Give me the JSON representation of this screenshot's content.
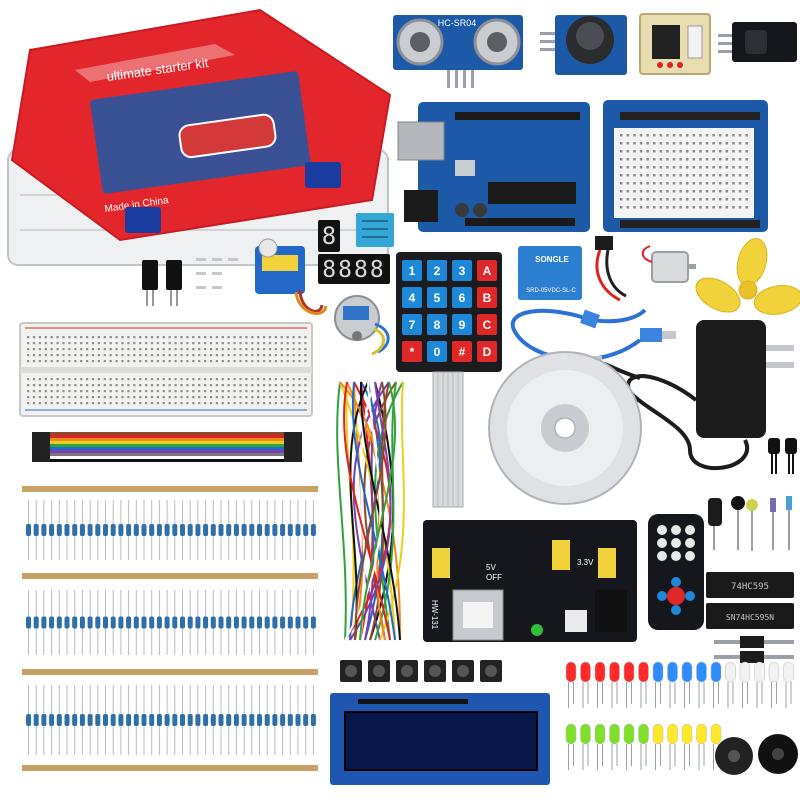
{
  "box": {
    "lid_title": "ultimate starter kit",
    "made_in": "Made in China"
  },
  "ultrasonic": {
    "label": "HC-SR04"
  },
  "relay": {
    "brand": "SONGLE",
    "model": "SRD-05VDC-SL-C"
  },
  "power_module": {
    "label": "HW-131",
    "opt_5v": "5V",
    "opt_off": "OFF",
    "opt_3v3": "3.3V"
  },
  "ic_chips": {
    "chip_a": "74HC595",
    "chip_b": "SN74HC595N"
  },
  "keypad": {
    "keys": [
      "1",
      "2",
      "3",
      "A",
      "4",
      "5",
      "6",
      "B",
      "7",
      "8",
      "9",
      "C",
      "*",
      "0",
      "#",
      "D"
    ]
  },
  "seven_segment": {
    "single_digit": "8",
    "quad_digits": "8888"
  },
  "colors": {
    "lid_red": "#e2262c",
    "board_blue": "#1c5aa8",
    "pcb_black": "#15171c",
    "key_blue": "#1e88d8",
    "key_red": "#e02828"
  }
}
